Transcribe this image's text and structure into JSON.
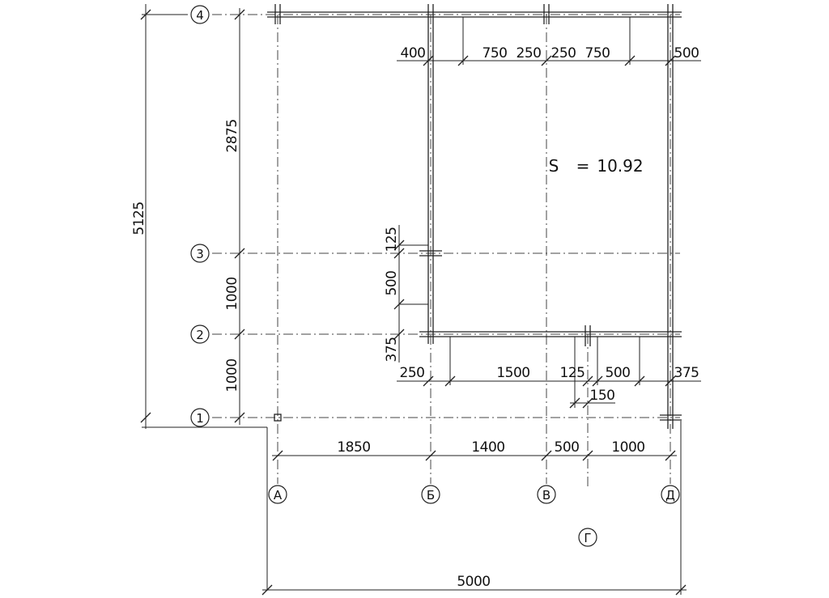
{
  "axes": {
    "rows": [
      "1",
      "2",
      "3",
      "4"
    ],
    "columns": [
      "А",
      "Б",
      "В",
      "Д"
    ],
    "extra": "Г"
  },
  "area_label": {
    "symbol": "S",
    "equals": "=",
    "value": "10.92"
  },
  "dimensions": {
    "overall_height": "5125",
    "overall_width": "5000",
    "left_chain": [
      "2875",
      "1000",
      "1000"
    ],
    "bottom_chain": [
      "1850",
      "1400",
      "500",
      "1000"
    ],
    "top_chain": [
      "400",
      "750",
      "250",
      "250",
      "750",
      "500"
    ],
    "mid_chain": [
      "250",
      "1500",
      "125",
      "500",
      "375"
    ],
    "mid_extra": "150",
    "side_chain": [
      "125",
      "500",
      "375"
    ]
  }
}
